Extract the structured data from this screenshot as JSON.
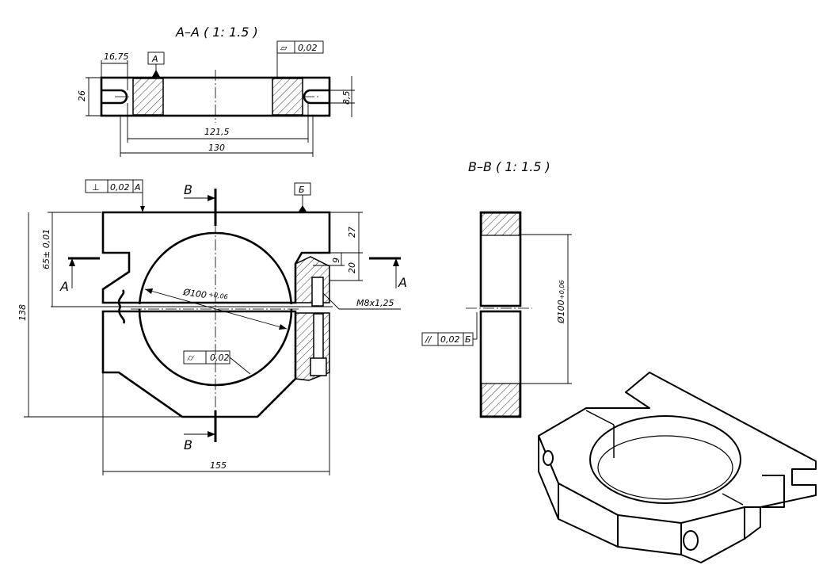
{
  "views": {
    "section_aa": {
      "title": "A–A ( 1: 1.5 )"
    },
    "section_bb": {
      "title": "B–B ( 1: 1.5 )"
    }
  },
  "dims": {
    "d_16_75": "16,75",
    "d_26": "26",
    "d_8_5": "8,5",
    "d_121_5": "121,5",
    "d_130": "130",
    "d_155": "155",
    "d_138": "138",
    "d_65": "65± 0,01",
    "d_27": "27",
    "d_9": "9",
    "d_20": "20",
    "d_dia_main": "Ø100",
    "d_dia_tol": "+0,06",
    "d_dia_bb": "Ø100",
    "d_dia_bb_tol": "+0,06",
    "thread": "M8x1,25"
  },
  "datums": {
    "a": "A",
    "b": "Б"
  },
  "tolerances": {
    "flatness": {
      "symbol": "▱",
      "value": "0,02"
    },
    "perpendicular": {
      "symbol": "⊥",
      "value": "0,02",
      "datum": "A"
    },
    "cylindricity": {
      "symbol": "⌭",
      "value": "0,02"
    },
    "parallel": {
      "symbol": "//",
      "value": "0,02",
      "datum": "Б"
    }
  },
  "section_labels": {
    "a_left": "A",
    "a_right": "A",
    "b_top": "B",
    "b_bottom": "B"
  }
}
